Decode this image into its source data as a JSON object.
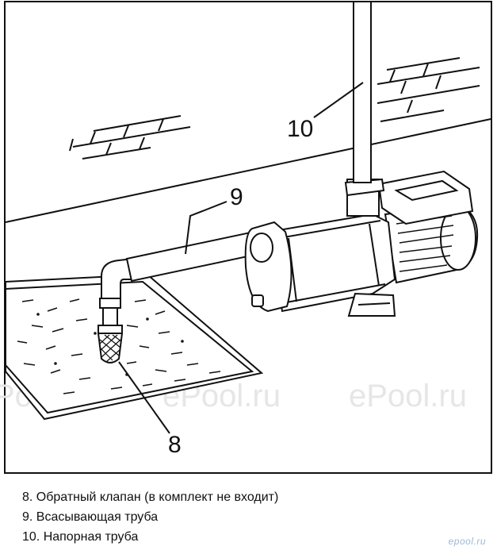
{
  "figure": {
    "callouts": {
      "check_valve": "8",
      "suction_pipe": "9",
      "pressure_pipe": "10"
    },
    "watermarks": [
      "Pool.ru",
      "ePool.ru",
      "ePool.ru"
    ]
  },
  "legend": {
    "items": [
      "8. Обратный клапан (в комплект не входит)",
      "9. Всасывающая труба",
      "10. Напорная труба"
    ]
  },
  "corner_logo": "epool.ru"
}
